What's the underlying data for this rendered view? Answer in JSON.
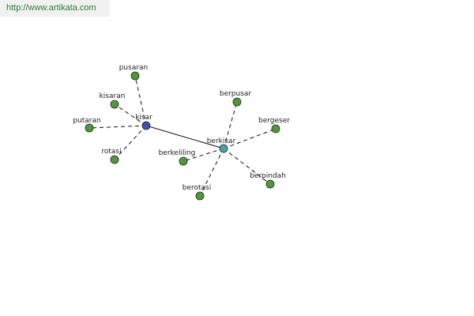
{
  "banner": {
    "url_text": "http://www.artikata.com"
  },
  "graph": {
    "hubs": [
      {
        "id": "kisar",
        "label": "kisar",
        "color": "#3f51b5"
      },
      {
        "id": "berkisar",
        "label": "berkisar",
        "color": "#4da3a3"
      }
    ],
    "leaves": [
      {
        "id": "pusaran",
        "label": "pusaran",
        "hub": "kisar",
        "color": "#4e9a3a"
      },
      {
        "id": "kisaran",
        "label": "kisaran",
        "hub": "kisar",
        "color": "#4e9a3a"
      },
      {
        "id": "putaran",
        "label": "putaran",
        "hub": "kisar",
        "color": "#4e9a3a"
      },
      {
        "id": "rotasi",
        "label": "rotasi",
        "hub": "kisar",
        "color": "#4e9a3a"
      },
      {
        "id": "berpusar",
        "label": "berpusar",
        "hub": "berkisar",
        "color": "#4e9a3a"
      },
      {
        "id": "bergeser",
        "label": "bergeser",
        "hub": "berkisar",
        "color": "#4e9a3a"
      },
      {
        "id": "berkeliling",
        "label": "berkeliling",
        "hub": "berkisar",
        "color": "#4e9a3a"
      },
      {
        "id": "berotasi",
        "label": "berotasi",
        "hub": "berkisar",
        "color": "#4e9a3a"
      },
      {
        "id": "berpindah",
        "label": "berpindah",
        "hub": "berkisar",
        "color": "#4e9a3a"
      }
    ],
    "hub_link": {
      "from": "kisar",
      "to": "berkisar",
      "style": "solid"
    },
    "leaf_link_style": "dashed"
  }
}
